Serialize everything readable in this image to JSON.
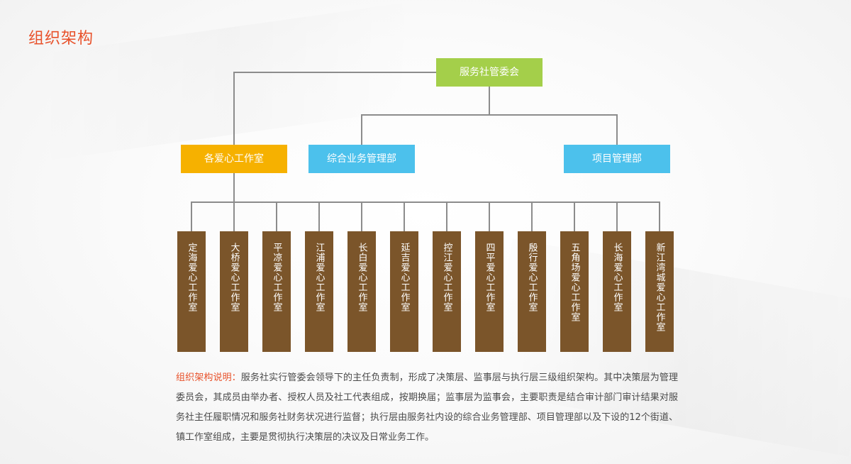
{
  "title": "组织架构",
  "org": {
    "root": "服务社管委会",
    "level2": [
      {
        "label": "各爱心工作室",
        "color": "#f6b100"
      },
      {
        "label": "综合业务管理部",
        "color": "#4cc1ec"
      },
      {
        "label": "项目管理部",
        "color": "#4cc1ec"
      }
    ],
    "offices": [
      "定海爱心工作室",
      "大桥爱心工作室",
      "平凉爱心工作室",
      "江浦爱心工作室",
      "长白爱心工作室",
      "延吉爱心工作室",
      "控江爱心工作室",
      "四平爱心工作室",
      "殷行爱心工作室",
      "五角场爱心工作室",
      "长海爱心工作室",
      "新江湾城爱心工作室"
    ]
  },
  "description": {
    "lead": "组织架构说明：",
    "text": "服务社实行管委会领导下的主任负责制，形成了决策层、监事层与执行层三级组织架构。其中决策层为管理委员会，其成员由举办者、授权人员及社工代表组成，按期换届；监事层为监事会，主要职责是结合审计部门审计结果对服务社主任履职情况和服务社财务状况进行监督；执行层由服务社内设的综合业务管理部、项目管理部以及下设的12个街道、镇工作室组成，主要是贯彻执行决策层的决议及日常业务工作。"
  },
  "colors": {
    "title": "#e8512a",
    "root": "#a4cf4a",
    "office": "#7b552a",
    "connector": "#8c8c8c"
  }
}
